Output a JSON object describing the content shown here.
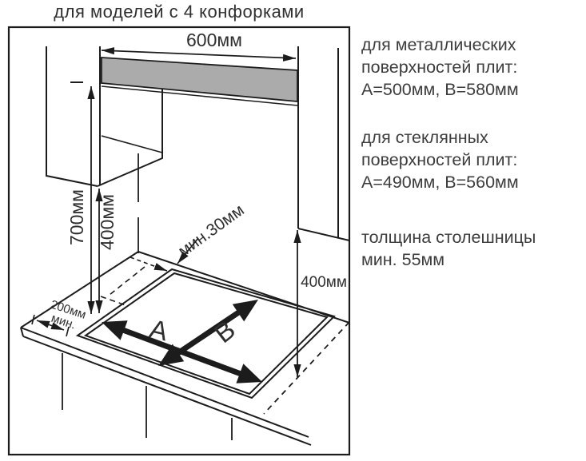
{
  "title": "для моделей с 4 конфорками",
  "notes": [
    {
      "lines": [
        "для металлических",
        "поверхностей плит:",
        "А=500мм, В=580мм"
      ]
    },
    {
      "lines": [
        "для стеклянных",
        "поверхностей плит:",
        "А=490мм, В=560мм"
      ]
    },
    {
      "lines": [
        "толщина столешницы",
        "мин. 55мм"
      ]
    }
  ],
  "dimensions": {
    "hood_width": "600мм",
    "hood_clearance": "700мм",
    "cabinet_clearance_left": "400мм",
    "cabinet_clearance_right": "400мм",
    "rear_gap": "мин.30мм",
    "side_gap_value": "200мм",
    "side_gap_min": "мин.",
    "cutout_width_label": "A",
    "cutout_depth_label": "B"
  },
  "colors": {
    "line": "#1c1c1c",
    "hood_fill": "#ababab",
    "text": "#3d3d3d"
  }
}
